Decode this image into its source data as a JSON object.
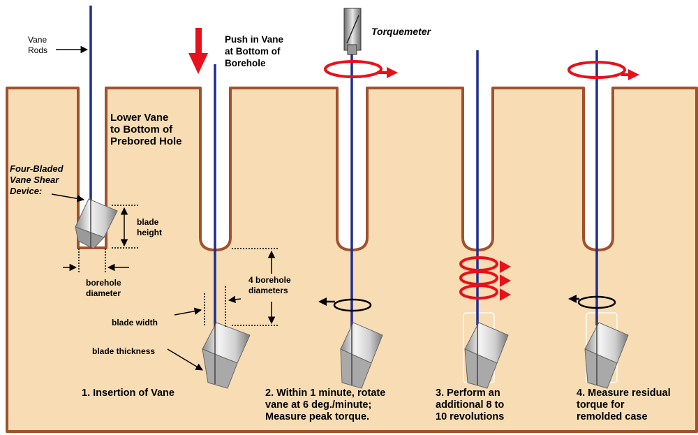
{
  "labels": {
    "vane_rods": "Vane\nRods",
    "push_in_vane": "Push in Vane\nat Bottom of\nBorehole",
    "torquemeter": "Torquemeter",
    "lower_vane": "Lower Vane\nto Bottom of\nPrebored Hole",
    "four_bladed": "Four-Bladed\nVane Shear\nDevice:",
    "blade_height": "blade\nheight",
    "borehole_diameter": "borehole\ndiameter",
    "four_borehole_diameters": "4 borehole\ndiameters",
    "blade_width": "blade  width",
    "blade_thickness": "blade thickness"
  },
  "steps": [
    {
      "text": "1.  Insertion of Vane"
    },
    {
      "text": "2.  Within 1 minute, rotate\nvane at 6 deg./minute;\nMeasure peak torque."
    },
    {
      "text": "3.   Perform an\nadditional 8 to\n10 revolutions"
    },
    {
      "text": "4.  Measure residual\ntorque for\nremolded case"
    }
  ],
  "colors": {
    "soil": "#f7dcb4",
    "borehole_wall": "#a0522d",
    "rod": "#1f2e8f",
    "arrow": "#e8101a",
    "blade": "#c9c9c9"
  }
}
